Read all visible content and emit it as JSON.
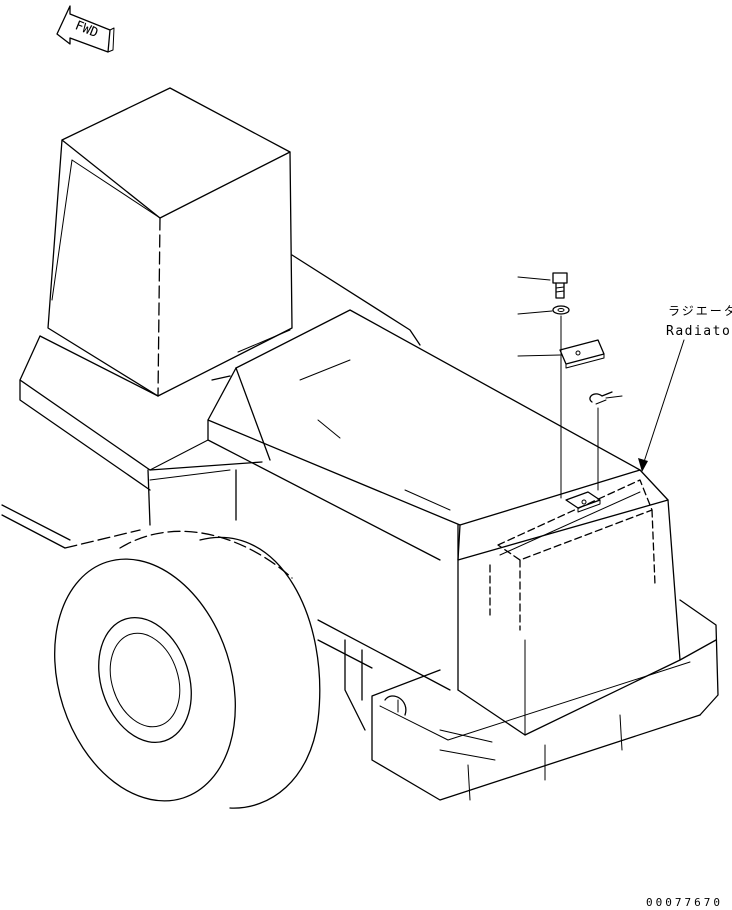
{
  "fwd_label": "FWD",
  "radiator": {
    "label_jp": "ラジエータ",
    "label_en": "Radiator"
  },
  "drawing_code": "00077670"
}
